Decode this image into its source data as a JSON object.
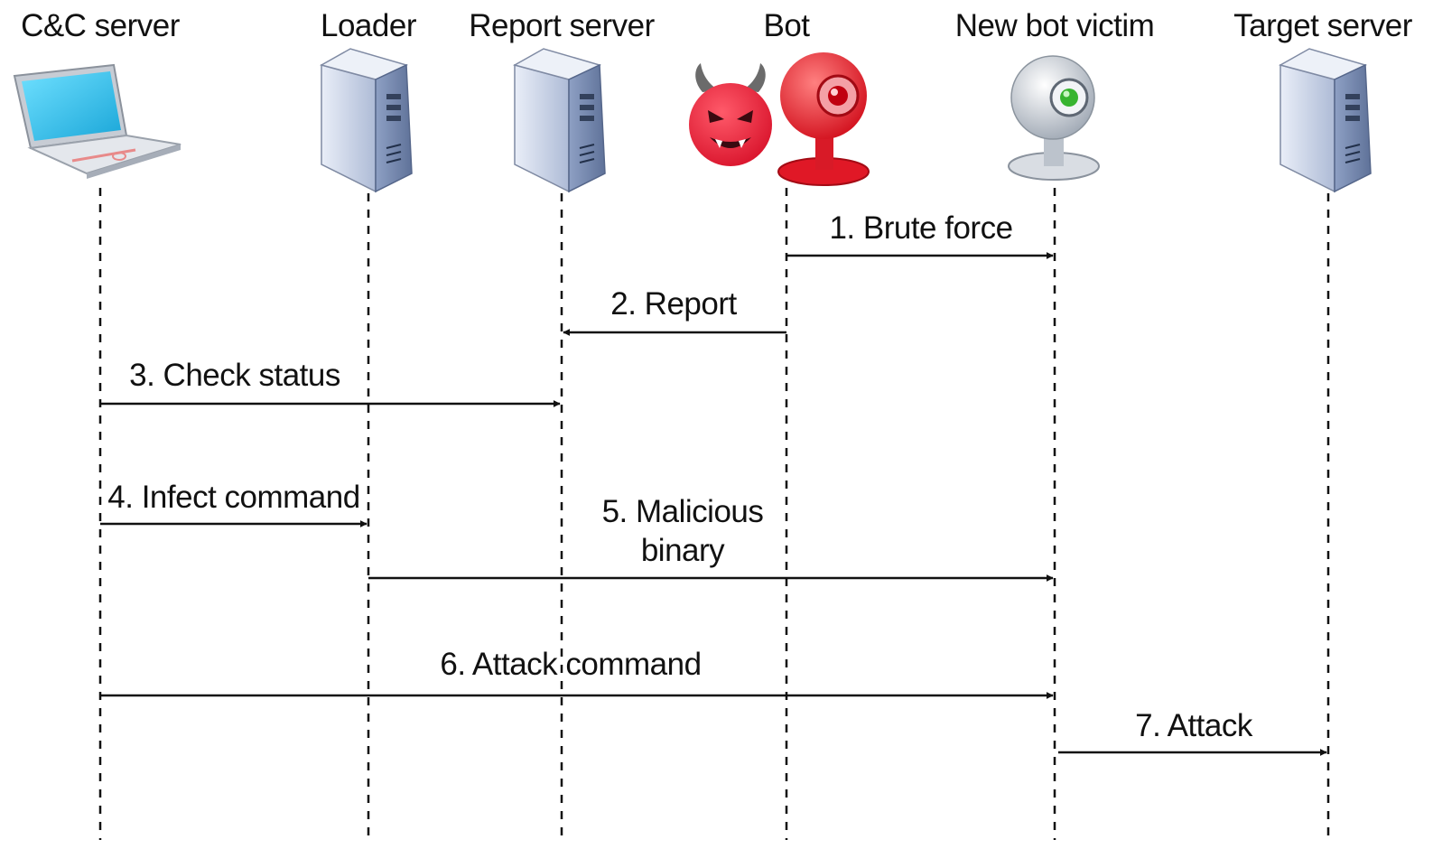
{
  "participants": [
    {
      "id": "cc",
      "label": "C&C server",
      "icon": "laptop-icon"
    },
    {
      "id": "loader",
      "label": "Loader",
      "icon": "server-tower-icon"
    },
    {
      "id": "report",
      "label": "Report server",
      "icon": "server-tower-icon"
    },
    {
      "id": "bot",
      "label": "Bot",
      "icon": "devil-webcam-icon"
    },
    {
      "id": "victim",
      "label": "New bot victim",
      "icon": "webcam-icon"
    },
    {
      "id": "target",
      "label": "Target server",
      "icon": "server-tower-icon"
    }
  ],
  "messages": [
    {
      "from": "bot",
      "to": "victim",
      "lines": [
        "1. Brute force"
      ]
    },
    {
      "from": "bot",
      "to": "report",
      "lines": [
        "2. Report"
      ]
    },
    {
      "from": "cc",
      "to": "report",
      "lines": [
        "3. Check status"
      ]
    },
    {
      "from": "cc",
      "to": "loader",
      "lines": [
        "4. Infect command"
      ]
    },
    {
      "from": "loader",
      "to": "victim",
      "lines": [
        "5. Malicious",
        "binary"
      ]
    },
    {
      "from": "cc",
      "to": "victim",
      "lines": [
        "6. Attack command"
      ]
    },
    {
      "from": "victim",
      "to": "target",
      "lines": [
        "7. Attack"
      ]
    }
  ],
  "colors": {
    "line": "#111111",
    "server_light": "#dfe6f3",
    "server_dark": "#7f93b8",
    "screen": "#2ec5ee",
    "devil": "#e8243b",
    "webcam_red": "#ee1d2a",
    "webcam_green": "#37b430"
  }
}
